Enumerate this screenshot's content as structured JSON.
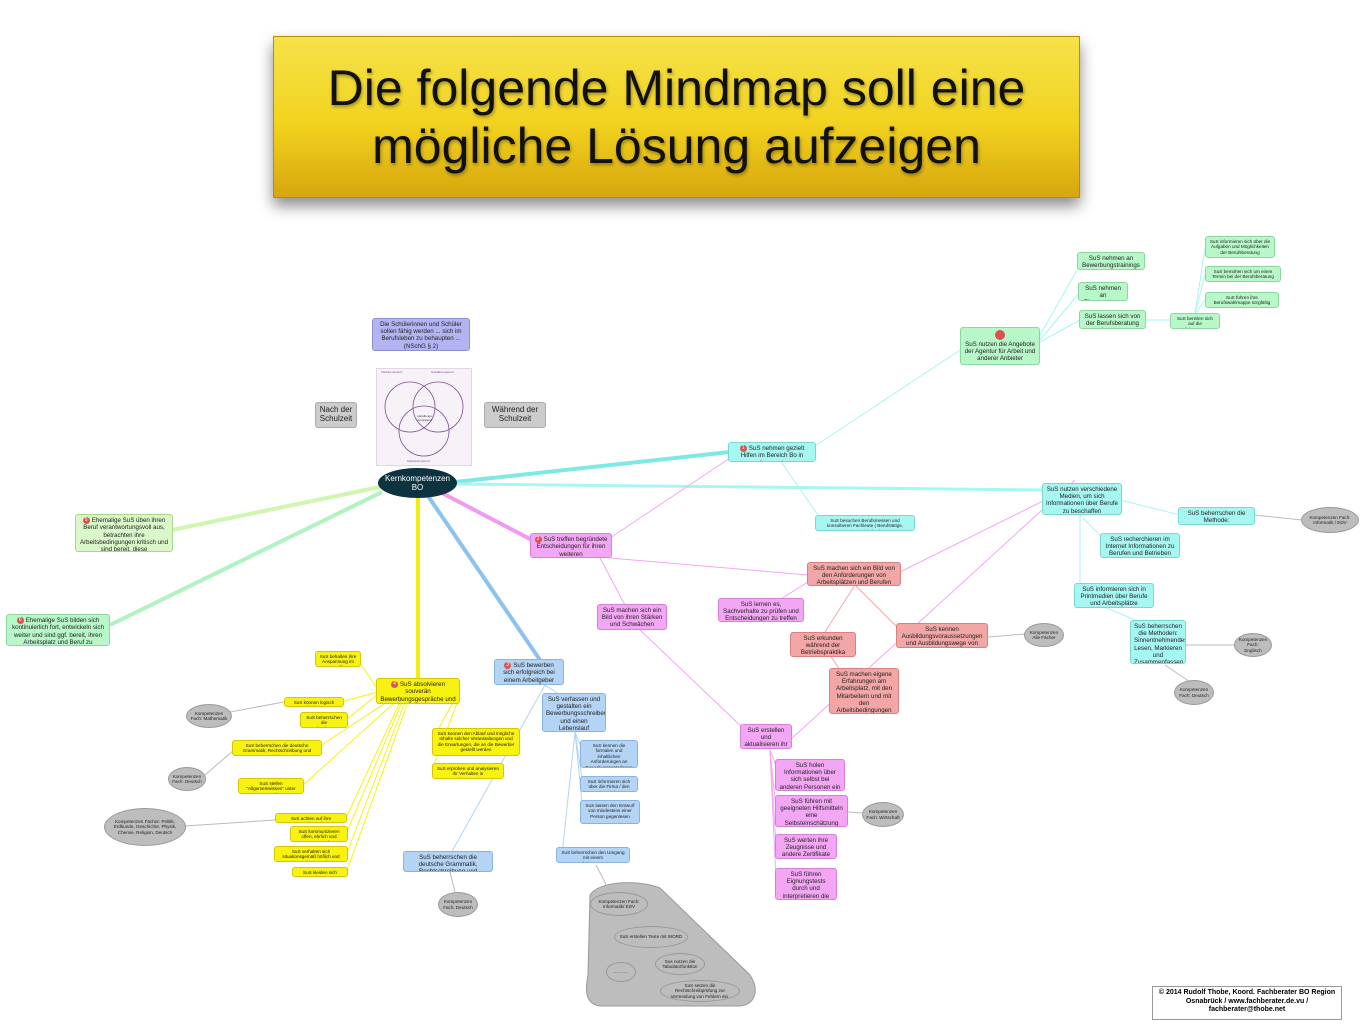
{
  "banner": {
    "line1": "Die folgende  Mindmap soll eine",
    "line2": "mögliche Lösung aufzeigen"
  },
  "top_note": "Die Schülerinnen und Schüler sollen fähig werden ... sich im Berufsleben zu behaupten ... (NSchG § 2)",
  "left_tag": "Nach der Schulzeit",
  "right_tag": "Während der Schulzeit",
  "center": "Kernkompetenzen BO",
  "venn": {
    "top": "Sachkompetenz",
    "left": "Sozialkompetenz",
    "bottom": "Selbstkompetenz",
    "middle": "Handlungs-kompetenz"
  },
  "nodes": {
    "bo_hilfen": "SuS nehmen gezielt Hilfen im Bereich Bo in Anspruch",
    "agentur": "SuS nutzen die Angebote der Agentur für Arbeit und anderer Anbieter",
    "trainings": "SuS nehmen an Bewerbungstrainings teil",
    "eignungstests": "SuS nehmen an Eignungstests teil",
    "berufsberatung": "SuS lassen sich von der Berufsberatung beraten",
    "bereiten_vor": "SuS bereiten sich auf die Berufsberatung vor",
    "info_aufgaben": "SuS informieren sich über die Aufgaben und Möglichkeiten der Berufsberatung",
    "termin": "SuS bemühen sich um einen Termin bei der Berufsberatung",
    "wahlmappe": "SuS führen ihre Berufswahlmappe sorgfältig",
    "messen": "SuS besuchen Berufsmessen und konsultieren Fachleute ( Berufstätige, Firmeninhaber)",
    "medien": "SuS nutzen verschiedene Medien, um sich Informationen über Berufe zu beschaffen",
    "internetrecherche": "SuS beherrschen die Methode: Internetrecherche",
    "recherchieren": "SuS recherchieren im Internet Informationen zu Berufen und Betrieben und Schulen",
    "printmedien": "SuS informieren sich in Printmedien über Berufe und Arbeitsplätze",
    "methoden_lesen": "SuS beherrschen die Methoden: Sinnentnehmendes Lesen, Markieren und Zusammenfassen",
    "entscheidungen": "SuS treffen begründete Entscheidungen für ihren weiteren (Aus)Bildungsweg",
    "bild_arbeitsplaetze": "SuS machen sich ein Bild von den Anforderungen von Arbeitsplätzen und Berufen",
    "sachverhalte": "SuS lernen es, Sachverhalte zu prüfen und Entscheidungen zu treffen",
    "staerken": "SuS machen sich ein Bild von ihren Stärken und Schwächen",
    "ausbildungsvoraussetzungen": "SuS kennen Ausbildungsvoraussetzungen und Ausbildungswege von Berufen",
    "betriebspraktika": "SuS erkunden während der Betriebspraktika Betriebe und Berufe",
    "erfahrungen": "SuS machen eigene Erfahrungen am Arbeitsplatz, mit den Mitarbeitern und mit den Arbeitsbedingungen und Tätigkeiten",
    "eignungsprofil": "SuS erstellen und aktualisieren ihr Eignungsprofil",
    "fremdeinschaetzung": "SuS holen Informationen über sich selbst bei anderen Personen ein (Fremdeinschätzungen)",
    "selbsteinschaetzung": "SuS führen mit geeigneten Hilfsmitteln eine Selbsteinschätzung durch",
    "zeugnisse": "SuS werten ihre Zeugnisse und andere Zertifikate aus",
    "eignungstests2": "SuS führen Eignungstests durch und interpretieren die Ergebnisse",
    "ehemalige1": "Ehemalige SuS üben ihren Beruf verantwortungsvoll aus, betrachten ihre Arbeitsbedingungen kritisch und sind bereit, diese mitzugestalten.",
    "ehemalige2": "Ehemalige SuS bilden sich kontinuierlich fort, entwickeln sich weiter und sind ggf. bereit, ihren Arbeitsplatz und Beruf zu wechseln.",
    "bewerben": "SuS bewerben sich erfolgreich bei einem Arbeitgeber oder einer weiterführenden Schule",
    "lebenslauf": "SuS verfassen und gestalten ein Bewerbungsschreiben und einen Lebenslauf",
    "anforderungen": "SuS kennen die formalen und inhaltlichen Anforderungen an Bewerbungsunterlagen",
    "firma": "SuS informieren sich über die Firma / den Betrieb",
    "entwurf": "SuS lassen den Entwurf von mindestens einer Person gegenlesen",
    "textverarbeitung": "SuS beherrschen den Umgang mit einem Textverarbeitungsprogramm",
    "grammatik_b": "SuS beherrschen die deutsche Grammatik, Rechtschreibung und Interpunktionsregeln",
    "gespraeche": "SuS absolvieren souverän Bewerbungsgespräche und Einstellungstests",
    "anspannung": "SuS behalten ihre Anspannung im Griff",
    "logisch": "SuS können logisch denken",
    "grundrechenarten": "SuS beherrschen die Grundrechenarten",
    "grammatik_y": "SuS beherrschen die deutsche Grammatik, Rechtschreibung und Interpunktionsregeln",
    "allgemeinwissen": "SuS stellen \"Allgemeinwissen\" unter Beweis",
    "koerpersprache": "SuS achten auf ihre Körpersprache",
    "kommunizieren": "SuS kommunizieren offen, ehrlich und zugewandt",
    "verhalten": "SuS verhalten sich situationsgemäß höflich und zuvorkommend",
    "kleiden": "SuS kleiden sich adäquat",
    "ablauf": "SuS kennen den Ablauf und mögliche Inhalte solcher Veranstaltungen und die Erwartungen, die an die Bewerber gestellt werden",
    "erproben": "SuS erproben und analysieren ihr Verhalten in Bewerbungstrainings",
    "word": "SuS erstellen Texte mit WORD",
    "tabulator": "Sus nutzen die Tabulatorfunktion",
    "rechtschreibpruefung": "SuS setzen die Rechtschreibprüfung zur Vermeidung von Fehlern ein.",
    "dots": "... ... ..."
  },
  "kompetenzen": {
    "informatik_edv": "Kompetenzen Fach: Informatik / EDV",
    "alle_faecher": "Kompetenzen Alle Fächer",
    "englisch": "Kompetenzen Fach: Englisch",
    "deutsch_right": "Kompetenzen Fach: Deutsch",
    "wirtschaft": "Kompetenzen Fach: Wirtschaft",
    "mathematik": "Kompetenzen Fach: Mathematik",
    "deutsch_left": "Kompetenzen Fach: Deutsch",
    "faecher_viele": "Kompetenzen Fächer: Politik, Erdkunde, Geschichte, Physik, Chemie, Religion, Deutsch",
    "deutsch_bottom": "Kompetenzen Fach: Deutsch",
    "informatik_edv2": "Kompetenzen Fach: Informatik/ EDV"
  },
  "badges": {
    "b1": "1",
    "b2": "2",
    "b3": "3",
    "b4": "4",
    "b5": "5",
    "b6": "6"
  },
  "footer": {
    "line1": "© 2014  Rudolf Thobe, Koord. Fachberater BO Region",
    "line2": "Osnabrück /  www.fachberater.de.vu  /",
    "line3": "fachberater@thobe.net"
  },
  "colors": {
    "yellow": "#f7f20f",
    "blue": "#b3d4f5",
    "pink": "#f3a6f4",
    "red": "#f2a6a6",
    "cyan": "#a6f6f2",
    "green": "#b7f7c8",
    "center": "#0e3340",
    "banner": "#f1d21e"
  }
}
